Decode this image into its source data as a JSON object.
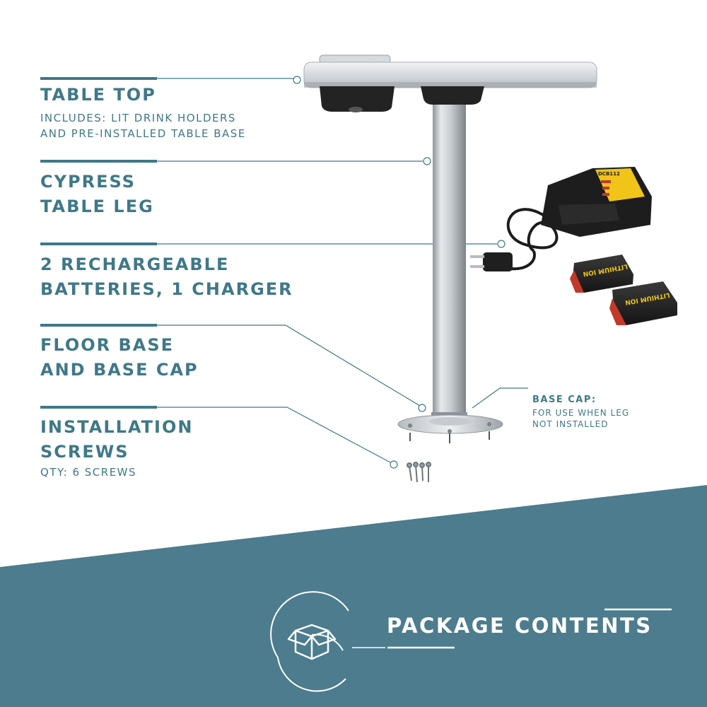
{
  "callouts": [
    {
      "title_lines": [
        "TABLE TOP"
      ],
      "subtitle_lines": [
        "INCLUDES: LIT DRINK HOLDERS",
        "AND PRE-INSTALLED TABLE BASE"
      ]
    },
    {
      "title_lines": [
        "CYPRESS",
        "TABLE LEG"
      ],
      "subtitle_lines": []
    },
    {
      "title_lines": [
        "2 RECHARGEABLE",
        "BATTERIES, 1 CHARGER"
      ],
      "subtitle_lines": []
    },
    {
      "title_lines": [
        "FLOOR BASE",
        "AND BASE CAP"
      ],
      "subtitle_lines": []
    },
    {
      "title_lines": [
        "INSTALLATION",
        "SCREWS"
      ],
      "subtitle_lines": [
        "QTY: 6 SCREWS"
      ]
    }
  ],
  "base_cap": {
    "title": "BASE CAP:",
    "lines": [
      "FOR USE WHEN LEG",
      "NOT INSTALLED"
    ]
  },
  "battery_label": "LITHIUM ION",
  "charger_model": "DCB112",
  "banner": {
    "title": "PACKAGE CONTENTS",
    "icon": "open-box-icon"
  },
  "colors": {
    "accent": "#3f7889",
    "banner": "#4c7c8d",
    "white": "#ffffff"
  }
}
